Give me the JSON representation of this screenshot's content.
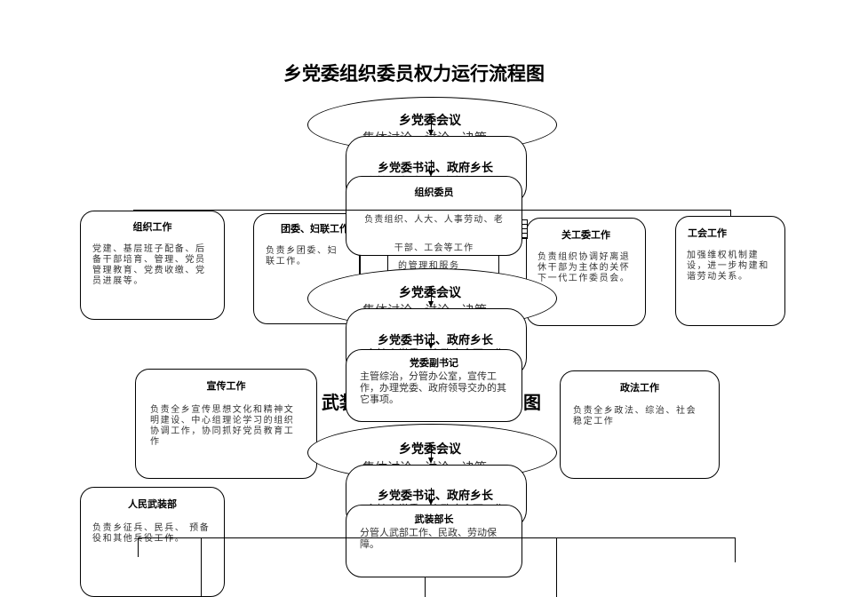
{
  "title": "乡党委组织委员权力运行流程图",
  "flow_groups": [
    {
      "meeting": {
        "title": "乡党委会议",
        "subtitle": "集体讨论、讨论、决策"
      },
      "leader": {
        "title": "乡党委书记、政府乡长",
        "subtitle": "主持乡党委、乡政府全面工作"
      },
      "role": {
        "title": "组织委员",
        "description_line1": "负责组织、人大、人事劳动、老",
        "description_line2": "干部、工会等工作"
      }
    },
    {
      "meeting": {
        "title": "乡党委会议",
        "subtitle": "集体讨论、讨论、决策"
      },
      "leader": {
        "title": "乡党委书记、政府乡长",
        "subtitle": "主持乡党委、乡政府全面工作"
      },
      "role": {
        "title": "党委副书记",
        "description": "主管综治，分管办公室，宣传工作，办理党委、政府领导交办的其它事项。"
      }
    },
    {
      "meeting": {
        "title": "乡党委会议",
        "subtitle": "集体讨论、讨论、决策"
      },
      "leader": {
        "title": "乡党委书记、政府乡长",
        "subtitle": "主持乡党委、乡政府全面工作"
      },
      "role": {
        "title": "武装部长",
        "description": "分管人武部工作、民政、劳动保障。"
      }
    }
  ],
  "work_boxes": [
    {
      "title": "组织工作",
      "description": "党建、基层班子配备、后备干部培育、管理、党员管理教育、党费收缴、党员进展等。"
    },
    {
      "title": "团委、妇联工作",
      "description": "负责乡团委、妇联工作。"
    },
    {
      "partial_text": "的管理和服务"
    },
    {
      "title": "关工委工作",
      "description": "负责组织协调好离退休干部为主体的关怀下一代工作委员会。"
    },
    {
      "title": "工会工作",
      "description": "加强维权机制建设，进一步构建和谐劳动关系。"
    },
    {
      "title": "宣传工作",
      "description": "负责全乡宣传思想文化和精神文明建设、中心组理论学习的组织协调工作，协同抓好党员教育工作"
    },
    {
      "title": "政法工作",
      "description": "负责全乡政法、综治、社会稳定工作"
    },
    {
      "title": "人民武装部",
      "description": "负责乡征兵、民兵、 预备役和其他兵役工作。"
    }
  ],
  "background_titles": {
    "left_fragment": "武装",
    "right_fragment": "图"
  }
}
